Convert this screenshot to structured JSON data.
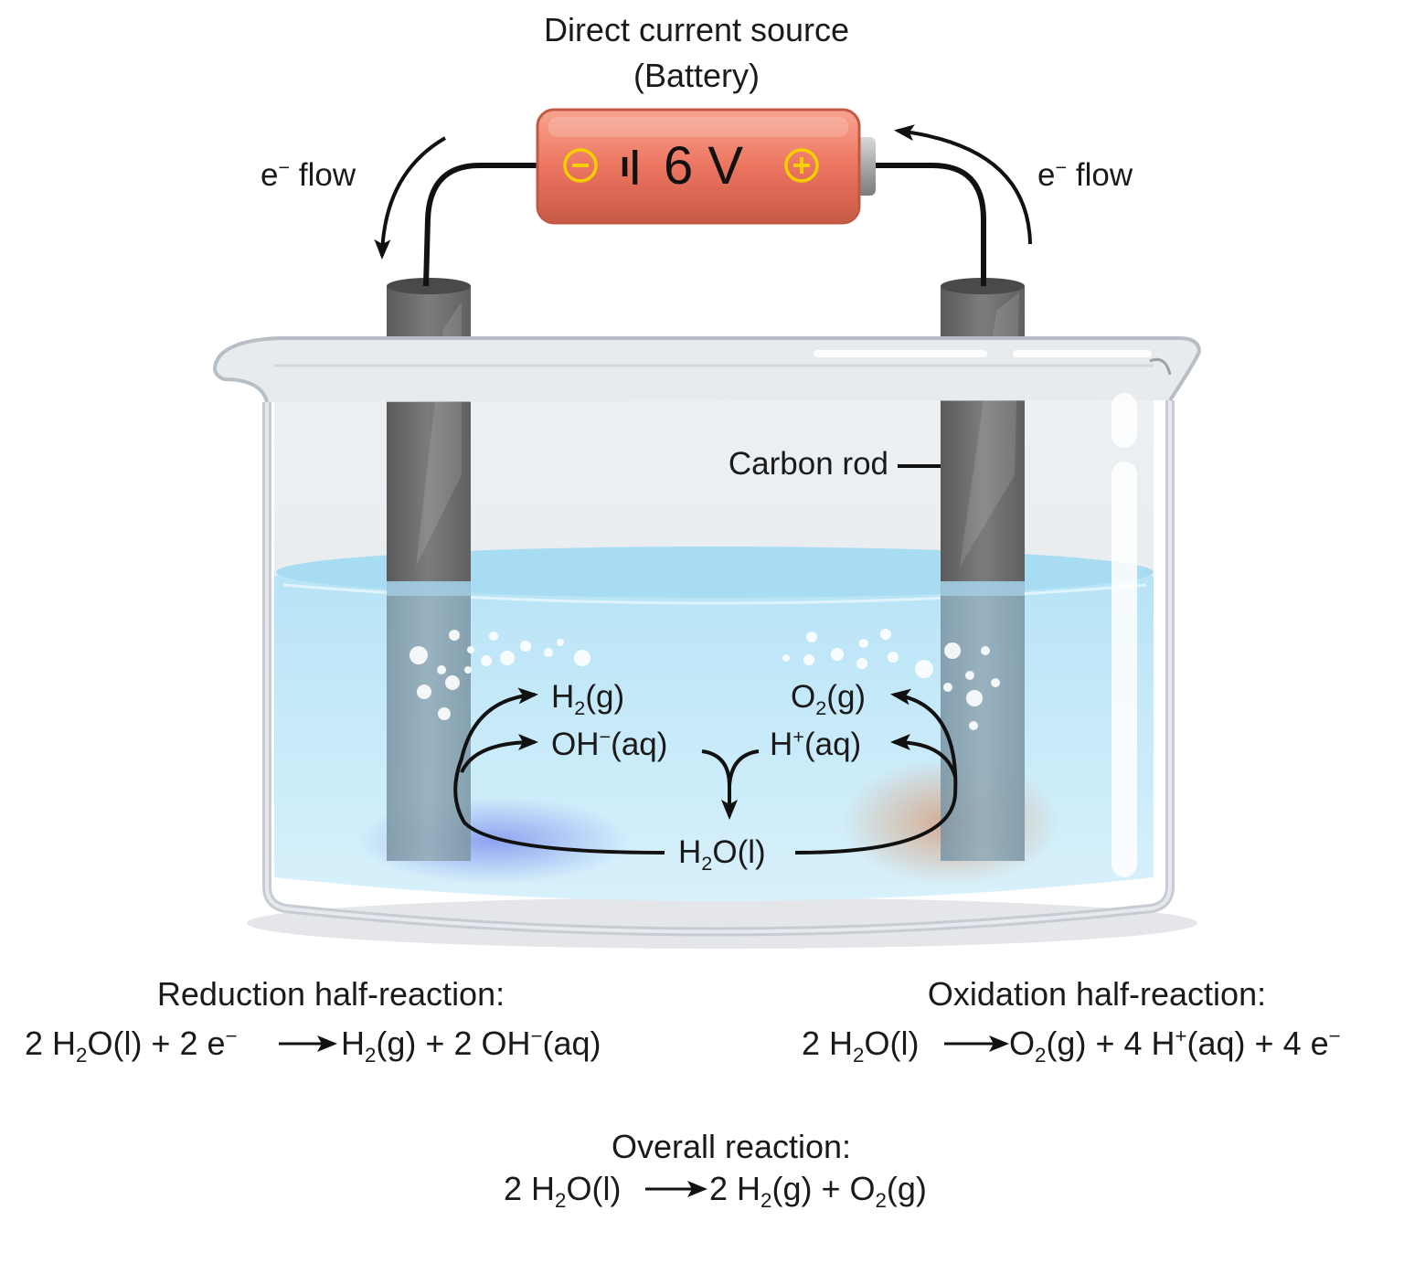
{
  "battery": {
    "title_line1": "Direct current source",
    "title_line2": "(Battery)",
    "voltage": "6 V",
    "symbol": "ı|",
    "negative_terminal_icon": "minus-circle-icon",
    "positive_terminal_icon": "plus-circle-icon",
    "body_color": "#e9735f",
    "terminal_color": "#f5d000"
  },
  "electron_flow": {
    "left_base": "e",
    "left_sup": "−",
    "left_rest": " flow",
    "right_base": "e",
    "right_sup": "−",
    "right_rest": " flow"
  },
  "carbon_rod_label": "Carbon rod",
  "species": {
    "h2": {
      "a": "H",
      "sub": "2",
      "b": "(g)"
    },
    "oh": {
      "a": "OH",
      "sup": "−",
      "b": "(aq)"
    },
    "o2": {
      "a": "O",
      "sub": "2",
      "b": "(g)"
    },
    "hplus": {
      "a": "H",
      "sup": "+",
      "b": "(aq)"
    },
    "water": {
      "a": "H",
      "sub": "2",
      "b": "O(l)"
    }
  },
  "reduction": {
    "heading": "Reduction half-reaction:",
    "t1": "2 H",
    "t2": "2",
    "t3": "O(l) + 2 e",
    "t4": "−",
    "t5": "H",
    "t6": "2",
    "t7": "(g) + 2 OH",
    "t8": "−",
    "t9": "(aq)"
  },
  "oxidation": {
    "heading": "Oxidation half-reaction:",
    "t1": "2 H",
    "t2": "2",
    "t3": "O(l)",
    "t4": "O",
    "t5": "2",
    "t6": "(g) + 4 H",
    "t7": "+",
    "t8": "(aq) + 4 e",
    "t9": "−"
  },
  "overall": {
    "heading": "Overall reaction:",
    "t1": "2 H",
    "t2": "2",
    "t3": "O(l)",
    "t4": "2 H",
    "t5": "2",
    "t6": "(g) + O",
    "t7": "2",
    "t8": "(g)"
  },
  "colors": {
    "water": "#bfe6f7",
    "rod": "#6e6e6e",
    "reduction_glow": "#8fa5f0",
    "oxidation_glow": "#d8a88a"
  }
}
